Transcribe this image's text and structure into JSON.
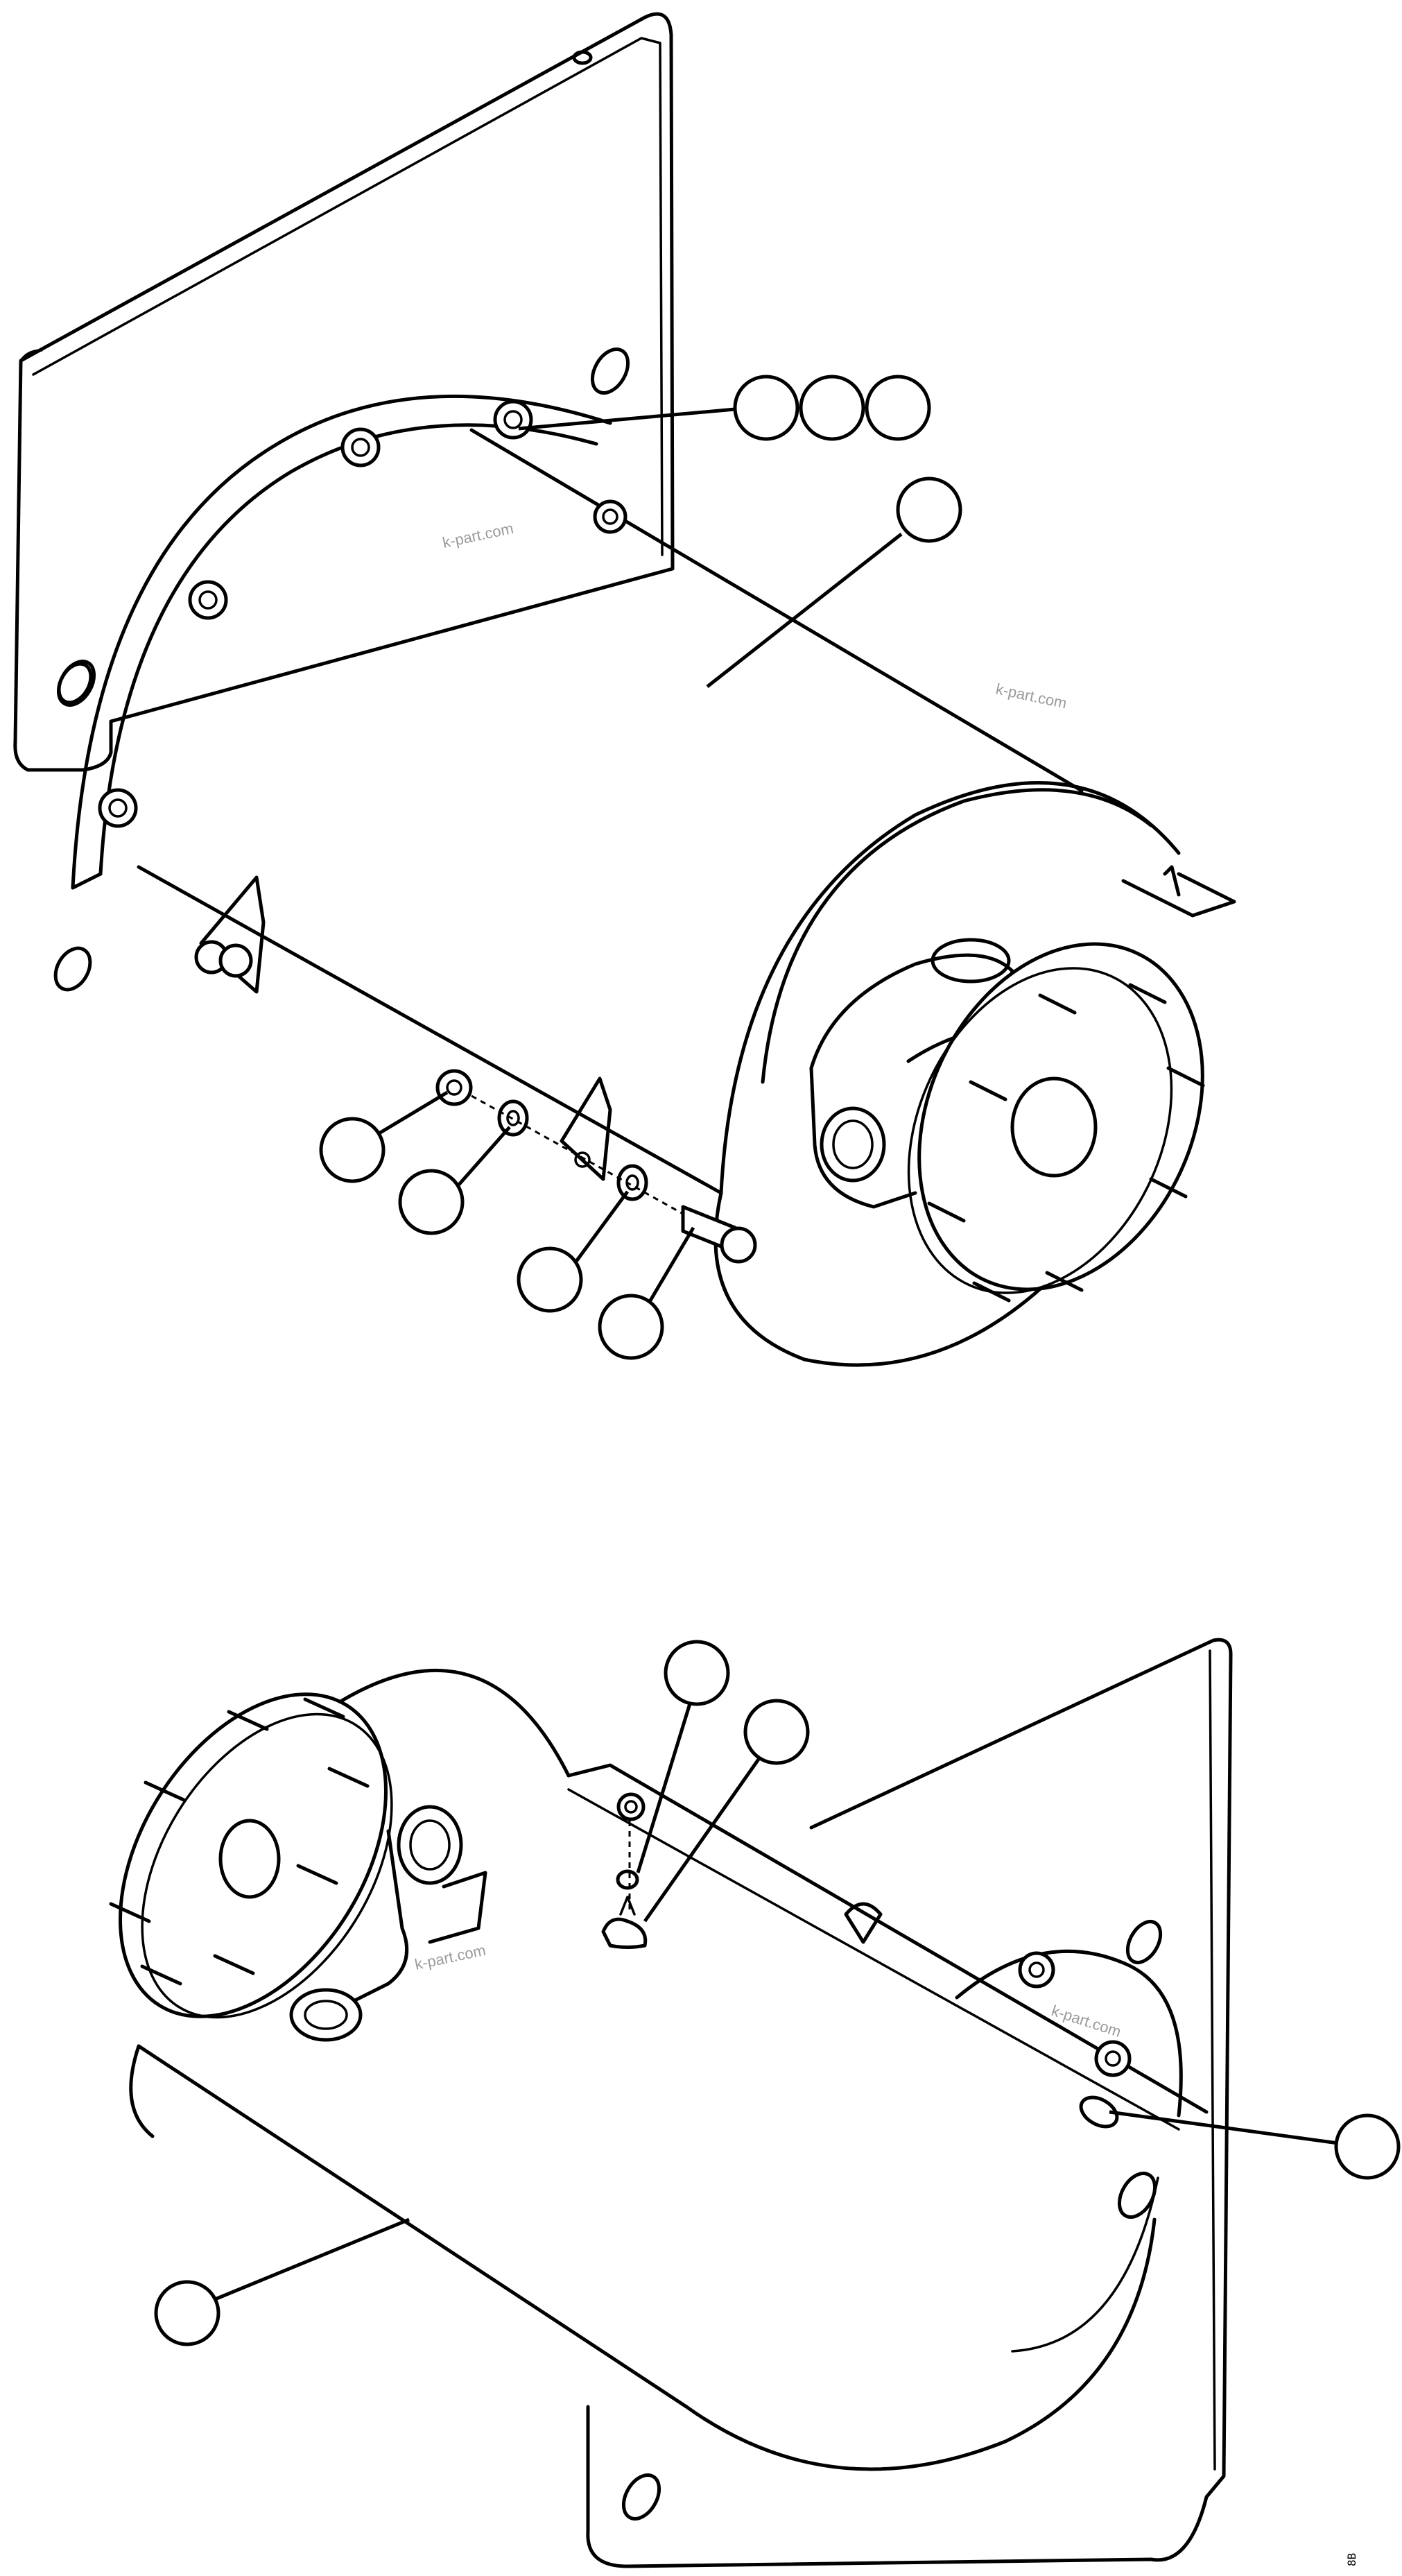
{
  "watermarks": {
    "top_rim": "k-part.com",
    "top_body": "k-part.com",
    "bottom_yoke": "k-part.com",
    "bottom_rim": "k-part.com"
  },
  "corner_code": "8B",
  "callouts": {
    "top": [
      "",
      "",
      "",
      "",
      "",
      "",
      "",
      ""
    ],
    "bottom": [
      "",
      "",
      "",
      ""
    ]
  }
}
